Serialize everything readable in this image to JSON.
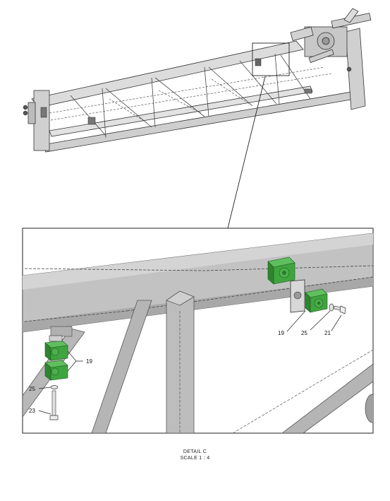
{
  "callouts": {
    "part_19_left": "19",
    "part_25_left": "25",
    "part_23": "23",
    "part_19_right": "19",
    "part_25_right": "25",
    "part_21": "21"
  },
  "caption": {
    "title": "DETAIL C",
    "scale": "SCALE 1 : 4"
  },
  "colors": {
    "frame": "#9a9a9a",
    "beam": "#c4c4c4",
    "beam_shadow": "#a9a9a9",
    "part_green": "#3fa53f",
    "part_green_dark": "#226b22",
    "outline": "#222222"
  }
}
